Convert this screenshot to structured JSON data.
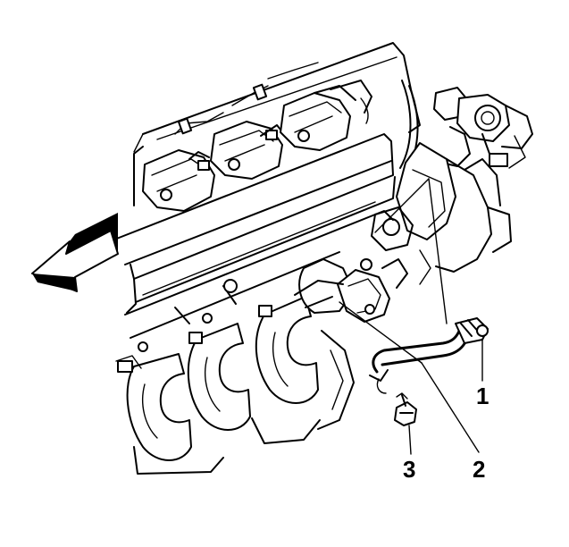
{
  "diagram": {
    "callouts": [
      {
        "id": "1",
        "label": "1"
      },
      {
        "id": "2",
        "label": "2"
      },
      {
        "id": "3",
        "label": "3"
      }
    ],
    "direction_arrow_icon": "arrow-left-icon"
  }
}
